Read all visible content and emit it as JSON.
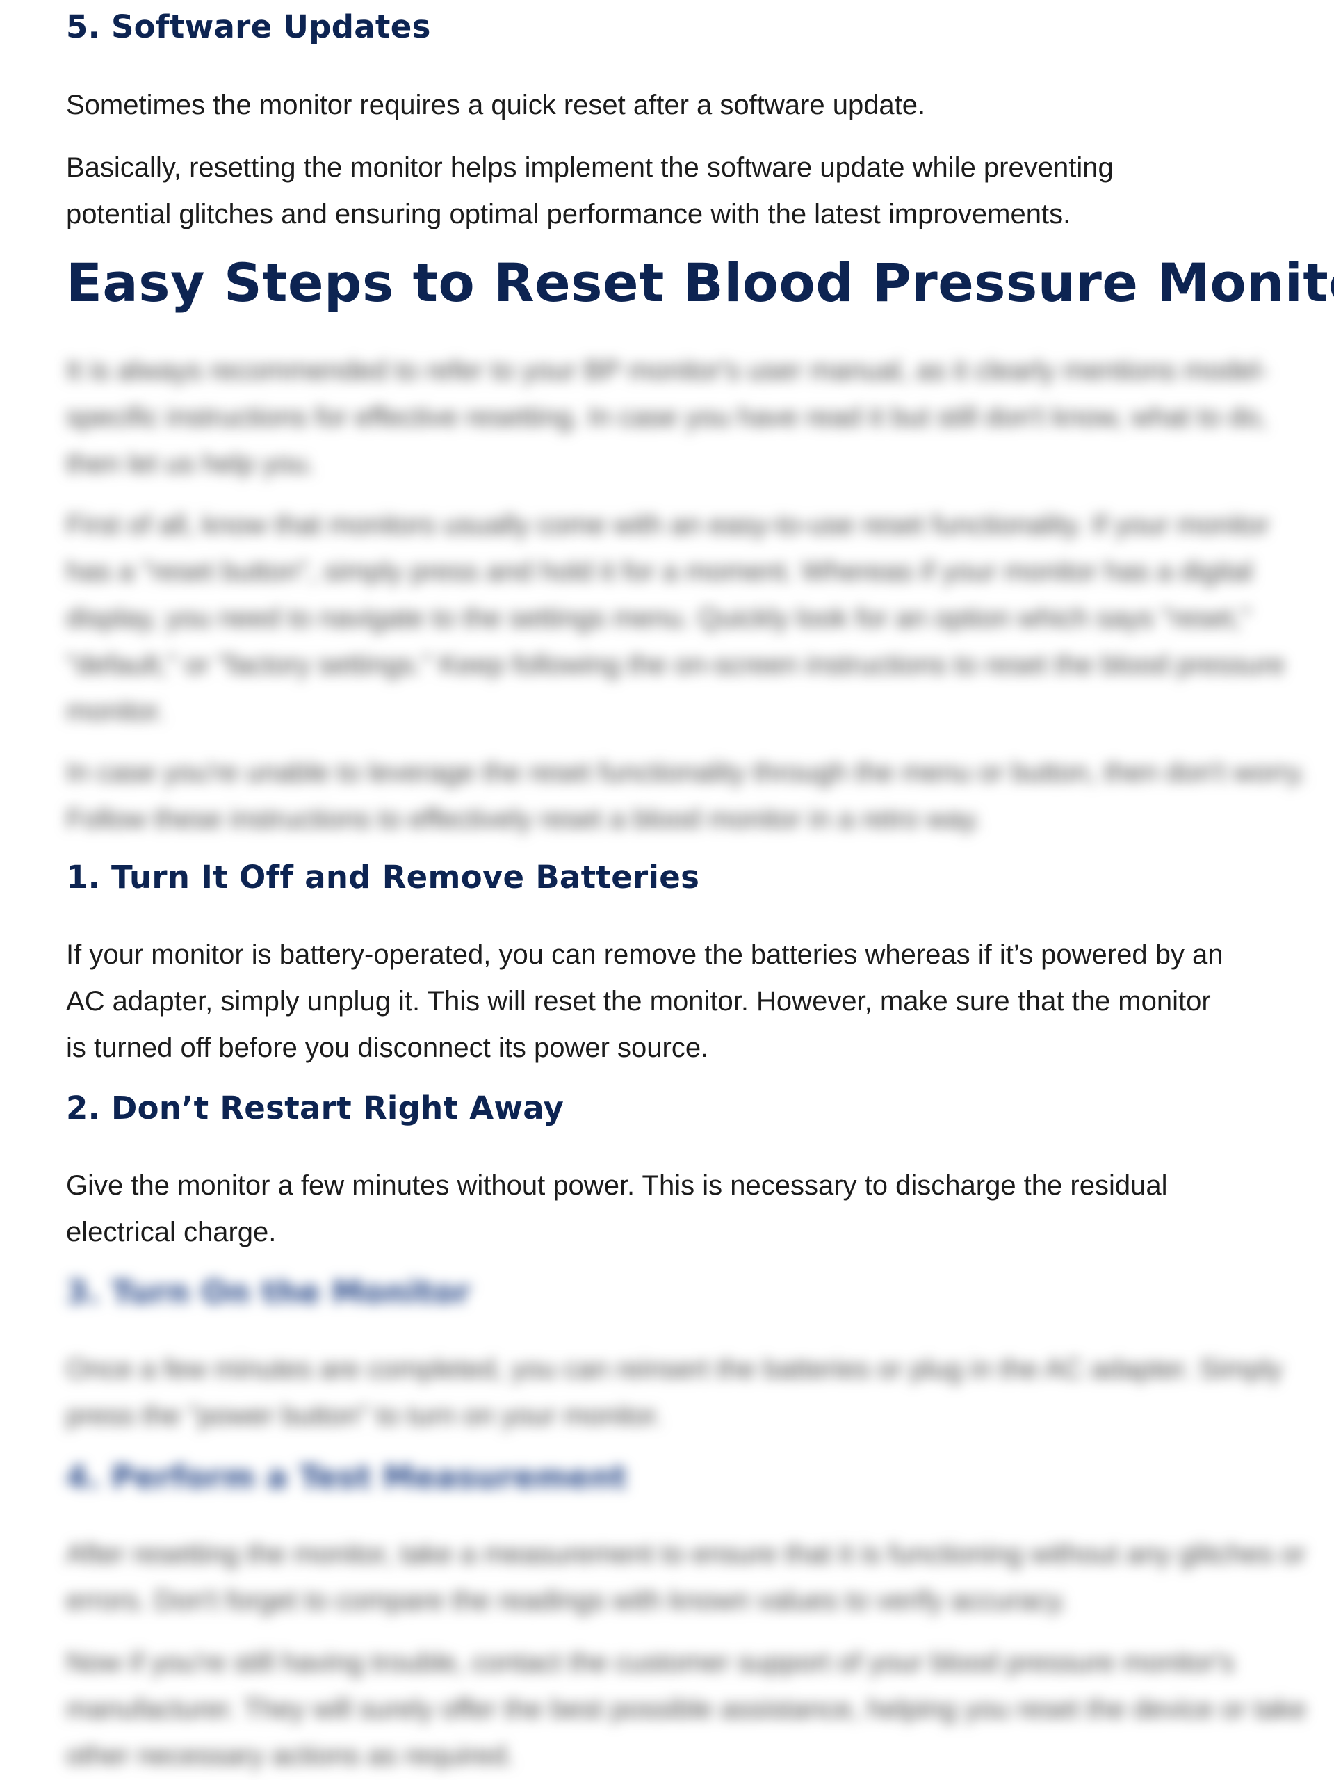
{
  "sections": {
    "software_updates": {
      "heading": "5. Software Updates",
      "para1": "Sometimes the monitor requires a quick reset after a software update.",
      "para2_line1": "Basically, resetting the monitor helps implement the software update while preventing",
      "para2_line2": "potential glitches and ensuring optimal performance with the latest improvements."
    },
    "easy_steps": {
      "heading": "Easy Steps to Reset Blood Pressure Monitor",
      "intro_blurred_1": "It is always recommended to refer to your BP monitor's user manual, as it clearly mentions model-specific instructions for effective resetting. In case you have read it but still don't know, what to do, then let us help you.",
      "intro_blurred_2": "First of all, know that monitors usually come with an easy-to-use reset functionality. If your monitor has a \"reset button\", simply press and hold it for a moment. Whereas if your monitor has a digital display, you need to navigate to the settings menu. Quickly look for an option which says \"reset,\" \"default,\" or \"factory settings.\" Keep following the on-screen instructions to reset the blood pressure monitor.",
      "intro_blurred_3": "In case you're unable to leverage the reset functionality through the menu or button, then don't worry. Follow these instructions to effectively reset a blood monitor in a retro way."
    },
    "step1": {
      "heading": "1. Turn It Off and Remove Batteries",
      "line1": "If your  monitor is battery-operated, you can remove the batteries whereas if it’s powered by an",
      "line2": "AC adapter, simply unplug it. This will reset the monitor. However, make sure that the monitor",
      "line3": "is turned off before you disconnect its power source."
    },
    "step2": {
      "heading": "2. Don’t Restart Right Away",
      "line1": "Give the monitor a few minutes without power. This is necessary to discharge the residual",
      "line2": "electrical charge."
    },
    "step3": {
      "heading_blurred": "3. Turn On the Monitor",
      "text_blurred": "Once a few minutes are completed, you can reinsert the batteries or plug in the AC adapter. Simply press the \"power button\" to turn on your  monitor."
    },
    "step4": {
      "heading_blurred": "4. Perform a Test Measurement",
      "text_blurred": "After resetting the monitor, take a measurement to ensure that it is functioning without any glitches or errors. Don't forget to compare the readings with known values to verify accuracy."
    },
    "closing": {
      "text_blurred": "Now if you're still having trouble, contact the customer support of your blood pressure monitor's manufacturer. They will surely offer the best possible assistance, helping you reset the device or take other necessary actions as required."
    }
  }
}
